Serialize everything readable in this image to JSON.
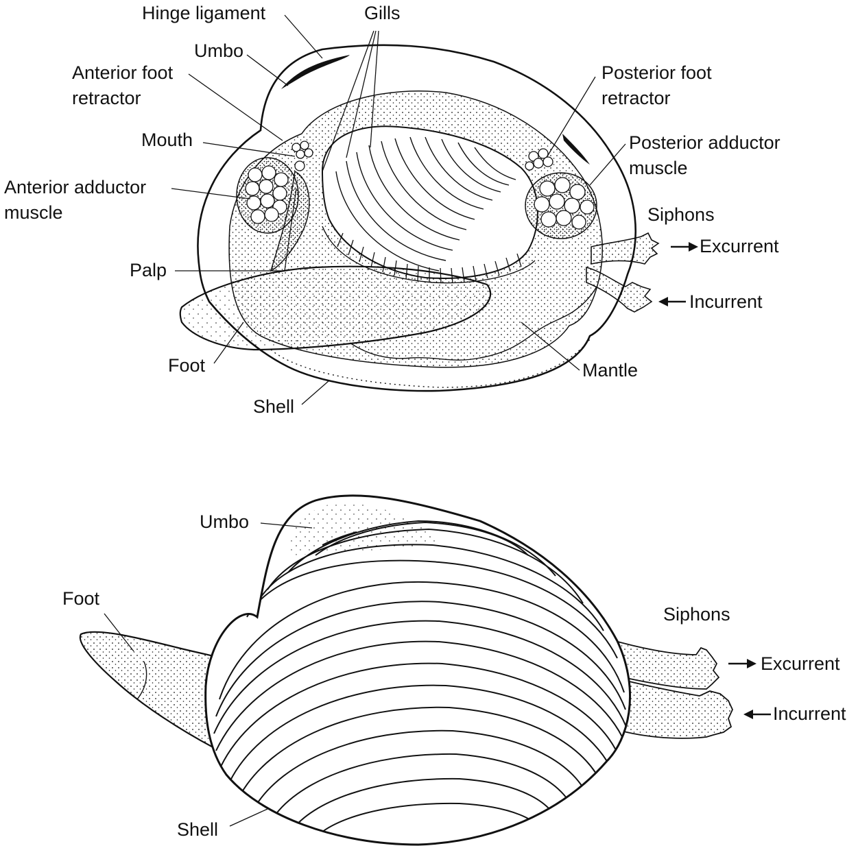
{
  "labels": {
    "hinge_ligament": "Hinge ligament",
    "gills": "Gills",
    "umbo_top": "Umbo",
    "anterior_foot_retractor_1": "Anterior foot",
    "anterior_foot_retractor_2": "retractor",
    "mouth": "Mouth",
    "anterior_adductor_1": "Anterior adductor",
    "anterior_adductor_2": "muscle",
    "palp": "Palp",
    "foot_top": "Foot",
    "shell_top": "Shell",
    "posterior_foot_retractor_1": "Posterior foot",
    "posterior_foot_retractor_2": "retractor",
    "posterior_adductor_1": "Posterior adductor",
    "posterior_adductor_2": "muscle",
    "siphons_top": "Siphons",
    "excurrent_top": "Excurrent",
    "incurrent_top": "Incurrent",
    "mantle": "Mantle",
    "umbo_bottom": "Umbo",
    "foot_bottom": "Foot",
    "siphons_bottom": "Siphons",
    "excurrent_bottom": "Excurrent",
    "incurrent_bottom": "Incurrent",
    "shell_bottom": "Shell"
  },
  "colors": {
    "ink": "#111111",
    "paper": "#ffffff"
  }
}
